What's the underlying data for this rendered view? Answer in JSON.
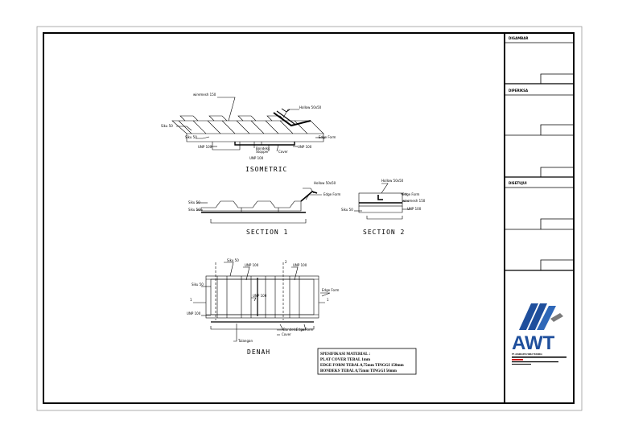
{
  "title_block": {
    "sections": [
      "DIGAMBAR",
      "DIPERIKSA",
      "DISETUJUI"
    ],
    "logo_text": "AWT",
    "company_name": "PT. ADHIKARYA WIRA TEKNIKA"
  },
  "views": {
    "isometric": {
      "title": "ISOMETRIC",
      "labels": {
        "hollow": "Hollow 50x50",
        "wiremesh": "wiremesh 150",
        "siku1": "Siku 50",
        "siku2": "Siku 50",
        "unp1": "UNP 100",
        "unp2": "UNP 100",
        "unp3": "UNP 100",
        "bondeks": "Bondeks",
        "cover": "Cover",
        "edge": "Edge Form",
        "stopper": "Stopper"
      }
    },
    "section1": {
      "title": "SECTION 1",
      "labels": {
        "hollow": "Hollow 50x50",
        "edge": "Edge Form",
        "siku1": "Siku 50",
        "siku2": "Siku 50"
      }
    },
    "section2": {
      "title": "SECTION 2",
      "labels": {
        "hollow": "Hollow 50x50",
        "edge": "Edge Form",
        "wiremesh": "wiremesh 150",
        "siku": "Siku 50",
        "unp": "UNP 100"
      }
    },
    "denah": {
      "title": "DENAH",
      "labels": {
        "siku_top": "Siku 50",
        "siku_left": "Siku 50",
        "unp_a": "UNP 100",
        "unp_b": "UNP 100",
        "unp_c": "UNP 100",
        "unp_left": "UNP 100",
        "edge_right": "Edge Form",
        "bondeks": "Bondeks",
        "edge_bottom": "Edge Form",
        "cover": "Cover",
        "tulangan": "Tulangan",
        "mark_1": "1",
        "mark_1b": "1",
        "mark_2": "2"
      }
    }
  },
  "spec": {
    "lines": [
      "SPESIFIKASI MATERIAL :",
      "PLAT COVER TEBAL 1mm",
      "EDGE FORM TEBAL 0,75mm TINGGI 150mm",
      "BONDEKS TEBAL 0,75mm TINGGI 56mm"
    ]
  }
}
